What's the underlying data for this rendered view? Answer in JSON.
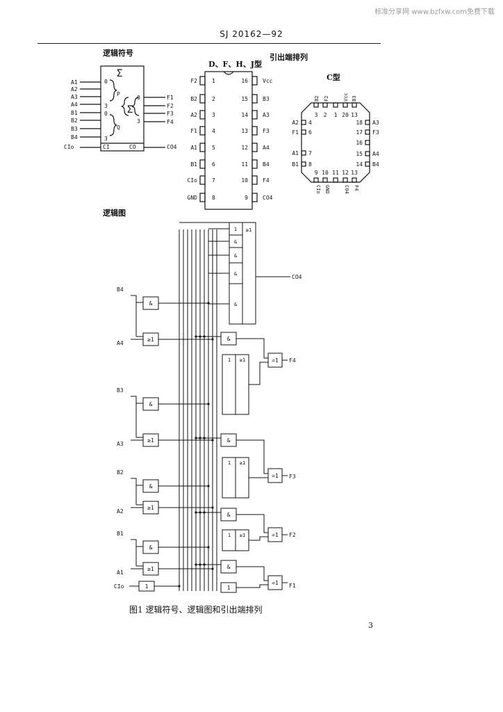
{
  "watermark": "标准分享网 www.bzfxw.com免费下载",
  "header": "SJ 20162—92",
  "sections": {
    "logic_symbol": "逻辑符号",
    "pinout": "引出端排列",
    "logic_diagram": "逻辑图"
  },
  "package_dip": "D、F、H、J型",
  "package_c": "C型",
  "symbol": {
    "sigma": "Σ",
    "inputs": [
      "A1",
      "A2",
      "A3",
      "A4",
      "B1",
      "B2",
      "B3",
      "B4"
    ],
    "carry_in": "CIo",
    "outputs": [
      "F1",
      "F2",
      "F3",
      "F4"
    ],
    "carry_out": "CO4",
    "ci": "CI",
    "co": "CO",
    "p": "P",
    "q": "Q",
    "idx0": "0",
    "idx3": "3"
  },
  "dip_pins": {
    "left": [
      {
        "num": "1",
        "label": "F2"
      },
      {
        "num": "2",
        "label": "B2"
      },
      {
        "num": "3",
        "label": "A2"
      },
      {
        "num": "4",
        "label": "F1"
      },
      {
        "num": "5",
        "label": "A1"
      },
      {
        "num": "6",
        "label": "B1"
      },
      {
        "num": "7",
        "label": "CIo"
      },
      {
        "num": "8",
        "label": "GND"
      }
    ],
    "right": [
      {
        "num": "16",
        "label": "Vcc"
      },
      {
        "num": "15",
        "label": "B3"
      },
      {
        "num": "14",
        "label": "A3"
      },
      {
        "num": "13",
        "label": "F3"
      },
      {
        "num": "12",
        "label": "A4"
      },
      {
        "num": "11",
        "label": "B4"
      },
      {
        "num": "10",
        "label": "F4"
      },
      {
        "num": "9",
        "label": "CO4"
      }
    ]
  },
  "c_pins": {
    "top_labels": [
      "B2",
      "F2",
      "Vcc",
      "B3"
    ],
    "top_nums": [
      "3",
      "2",
      "1",
      "20",
      "13"
    ],
    "left": [
      {
        "num": "4",
        "label": "A2"
      },
      {
        "num": "6",
        "label": "F1"
      },
      {
        "num": "7",
        "label": "A1"
      },
      {
        "num": "8",
        "label": "B1"
      }
    ],
    "right": [
      {
        "num": "18",
        "label": "A3"
      },
      {
        "num": "17",
        "label": "F3"
      },
      {
        "num": "16",
        "label": ""
      },
      {
        "num": "15",
        "label": "A4"
      },
      {
        "num": "14",
        "label": "B4"
      }
    ],
    "bottom_nums": [
      "9",
      "10",
      "11",
      "12",
      "13"
    ],
    "bottom_labels": [
      "CIo",
      "GND",
      "CO4",
      "F4"
    ]
  },
  "diagram": {
    "inputs": [
      "B4",
      "A4",
      "B3",
      "A3",
      "B2",
      "A2",
      "B1",
      "A1",
      "CIo"
    ],
    "outputs": [
      "CO4",
      "F4",
      "F3",
      "F2",
      "F1"
    ],
    "and_gate": "&",
    "or_gate": "≥1",
    "xor_gate": "=1",
    "buf_gate": "1"
  },
  "caption": "图1 逻辑符号、逻辑图和引出端排列",
  "page_number": "3"
}
